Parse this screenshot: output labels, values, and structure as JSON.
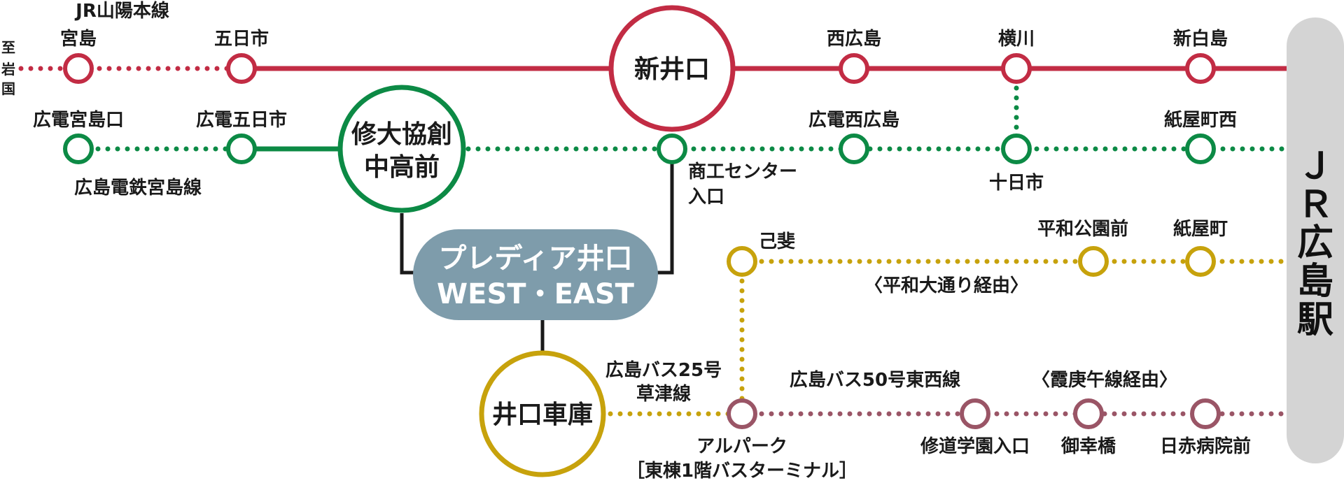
{
  "colors": {
    "jr": "#c22c44",
    "tram": "#0c8a45",
    "bus25": "#c7a20c",
    "bus50": "#9a5566",
    "hub": "#7e9cab",
    "terminal_bar": "#d4d4d4",
    "connector": "#1a1a1a"
  },
  "lines": {
    "jr_name": "JR山陽本線",
    "tram_name": "広島電鉄宮島線",
    "bus25_name_1": "広島バス25号",
    "bus25_name_2": "草津線",
    "bus50_name": "広島バス50号東西線",
    "bus25_via": "〈平和大通り経由〉",
    "bus50_via": "〈霞庚午線経由〉"
  },
  "direction": {
    "c1": "至",
    "c2": "岩",
    "c3": "国"
  },
  "terminal": {
    "c1": "Ｊ",
    "c2": "Ｒ",
    "c3": "広",
    "c4": "島",
    "c5": "駅"
  },
  "hub": {
    "line1": "プレディア井口",
    "line2": "WEST・EAST"
  },
  "stations": {
    "miyajima": "宮島",
    "itsukaichi": "五日市",
    "shin_inokuchi": "新井口",
    "nishi_hiroshima": "西広島",
    "yokogawa": "横川",
    "shin_hakushima": "新白島",
    "hd_miyajimaguchi": "広電宮島口",
    "hd_itsukaichi": "広電五日市",
    "shudai_1": "修大協創",
    "shudai_2": "中高前",
    "shoko_1": "商工センター",
    "shoko_2": "入口",
    "hd_nishi_hiroshima": "広電西広島",
    "tokaichi": "十日市",
    "kamiyacho_nishi": "紙屋町西",
    "koi": "己斐",
    "heiwa_koen_mae": "平和公園前",
    "kamiyacho": "紙屋町",
    "inokuchi_shako": "井口車庫",
    "alpark": "アルパーク",
    "alpark_note": "［東棟1階バスターミナル］",
    "shudo_gakuen": "修道学園入口",
    "gokohashi": "御幸橋",
    "nisseki_byoin": "日赤病院前"
  }
}
